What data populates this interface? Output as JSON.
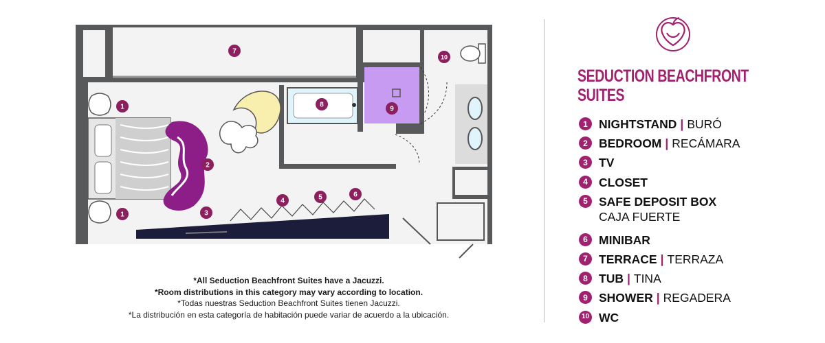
{
  "colors": {
    "accent": "#a0226f",
    "wall": "#58595b",
    "floor": "#f2f3f2",
    "shower": "#c79bf2",
    "tub": "#dff4fb",
    "chair": "#f8efae",
    "text": "#111111"
  },
  "icons": {
    "logo": "apple-heart-logo-icon"
  },
  "title": "SEDUCTION BEACHFRONT SUITES",
  "legend": [
    {
      "num": "1",
      "en": "NIGHTSTAND",
      "sep": "|",
      "es": "BURÓ"
    },
    {
      "num": "2",
      "en": "BEDROOM",
      "sep": "|",
      "es": "RECÁMARA"
    },
    {
      "num": "3",
      "en": "TV",
      "sep": "",
      "es": ""
    },
    {
      "num": "4",
      "en": "CLOSET",
      "sep": "",
      "es": ""
    },
    {
      "num": "5",
      "en": "SAFE DEPOSIT BOX",
      "sep": "",
      "es": "CAJA FUERTE"
    },
    {
      "num": "6",
      "en": "MINIBAR",
      "sep": "",
      "es": ""
    },
    {
      "num": "7",
      "en": "TERRACE",
      "sep": "|",
      "es": "TERRAZA"
    },
    {
      "num": "8",
      "en": "TUB",
      "sep": "|",
      "es": "TINA"
    },
    {
      "num": "9",
      "en": "SHOWER",
      "sep": "|",
      "es": "REGADERA"
    },
    {
      "num": "10",
      "en": "WC",
      "sep": "",
      "es": ""
    }
  ],
  "plan_markers": [
    "7",
    "1",
    "1",
    "2",
    "3",
    "4",
    "5",
    "6",
    "8",
    "9",
    "10"
  ],
  "notes": {
    "jacuzzi_en": "*All Seduction Beachfront Suites have a Jacuzzi.",
    "distribution_en": "*Room distributions in this category may vary according to location.",
    "jacuzzi_es": "*Todas nuestras Seduction Beachfront Suites tienen Jacuzzi.",
    "distribution_es": "*La distribución en esta categoría de habitación puede variar de acuerdo a la ubicación."
  }
}
